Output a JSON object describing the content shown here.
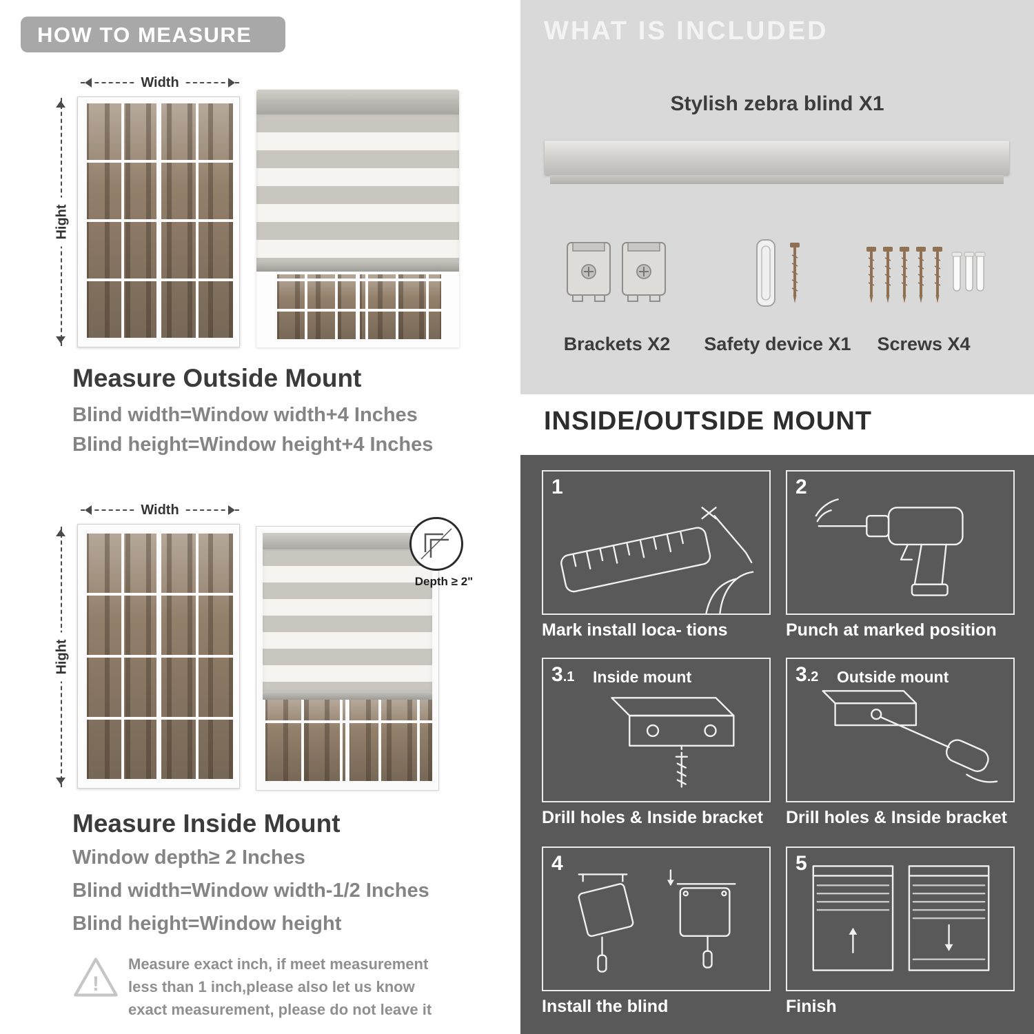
{
  "colors": {
    "banner_bg": "#a8a8a8",
    "light_section_bg": "#d9d9d9",
    "dark_section_bg": "#595959",
    "heading_text": "#3b3b3b",
    "muted_text": "#848484"
  },
  "measure": {
    "banner": "HOW TO MEASURE",
    "outside": {
      "heading": "Measure Outside Mount",
      "width_label": "Width",
      "height_label": "Hight",
      "lines": [
        "Blind width=Window width+4 Inches",
        "Blind height=Window height+4 Inches"
      ]
    },
    "inside": {
      "heading": "Measure Inside Mount",
      "width_label": "Width",
      "height_label": "Hight",
      "depth_callout": "Depth ≥ 2\"",
      "lines": [
        "Window depth≥ 2 Inches",
        "Blind width=Window width-1/2 Inches",
        "Blind height=Window height"
      ]
    },
    "warning": {
      "mark": "!",
      "text": "Measure exact inch, if meet measurement less than 1 inch,please also let us know exact measurement, please do not leave it"
    }
  },
  "included": {
    "title": "WHAT IS INCLUDED",
    "product_label": "Stylish zebra blind X1",
    "items": [
      {
        "name": "brackets",
        "label": "Brackets X2"
      },
      {
        "name": "safety-device",
        "label": "Safety device X1"
      },
      {
        "name": "screws",
        "label": "Screws X4"
      }
    ]
  },
  "mount": {
    "title": "INSIDE/OUTSIDE MOUNT",
    "steps": [
      {
        "num": "1",
        "sub": "",
        "label": "",
        "caption": "Mark install loca- tions"
      },
      {
        "num": "2",
        "sub": "",
        "label": "",
        "caption": "Punch at  marked position"
      },
      {
        "num": "3",
        "sub": ".1",
        "label": "Inside mount",
        "caption": "Drill holes &  Inside bracket"
      },
      {
        "num": "3",
        "sub": ".2",
        "label": "Outside mount",
        "caption": "Drill holes &  Inside bracket"
      },
      {
        "num": "4",
        "sub": "",
        "label": "",
        "caption": "Install the blind"
      },
      {
        "num": "5",
        "sub": "",
        "label": "",
        "caption": "Finish"
      }
    ]
  }
}
